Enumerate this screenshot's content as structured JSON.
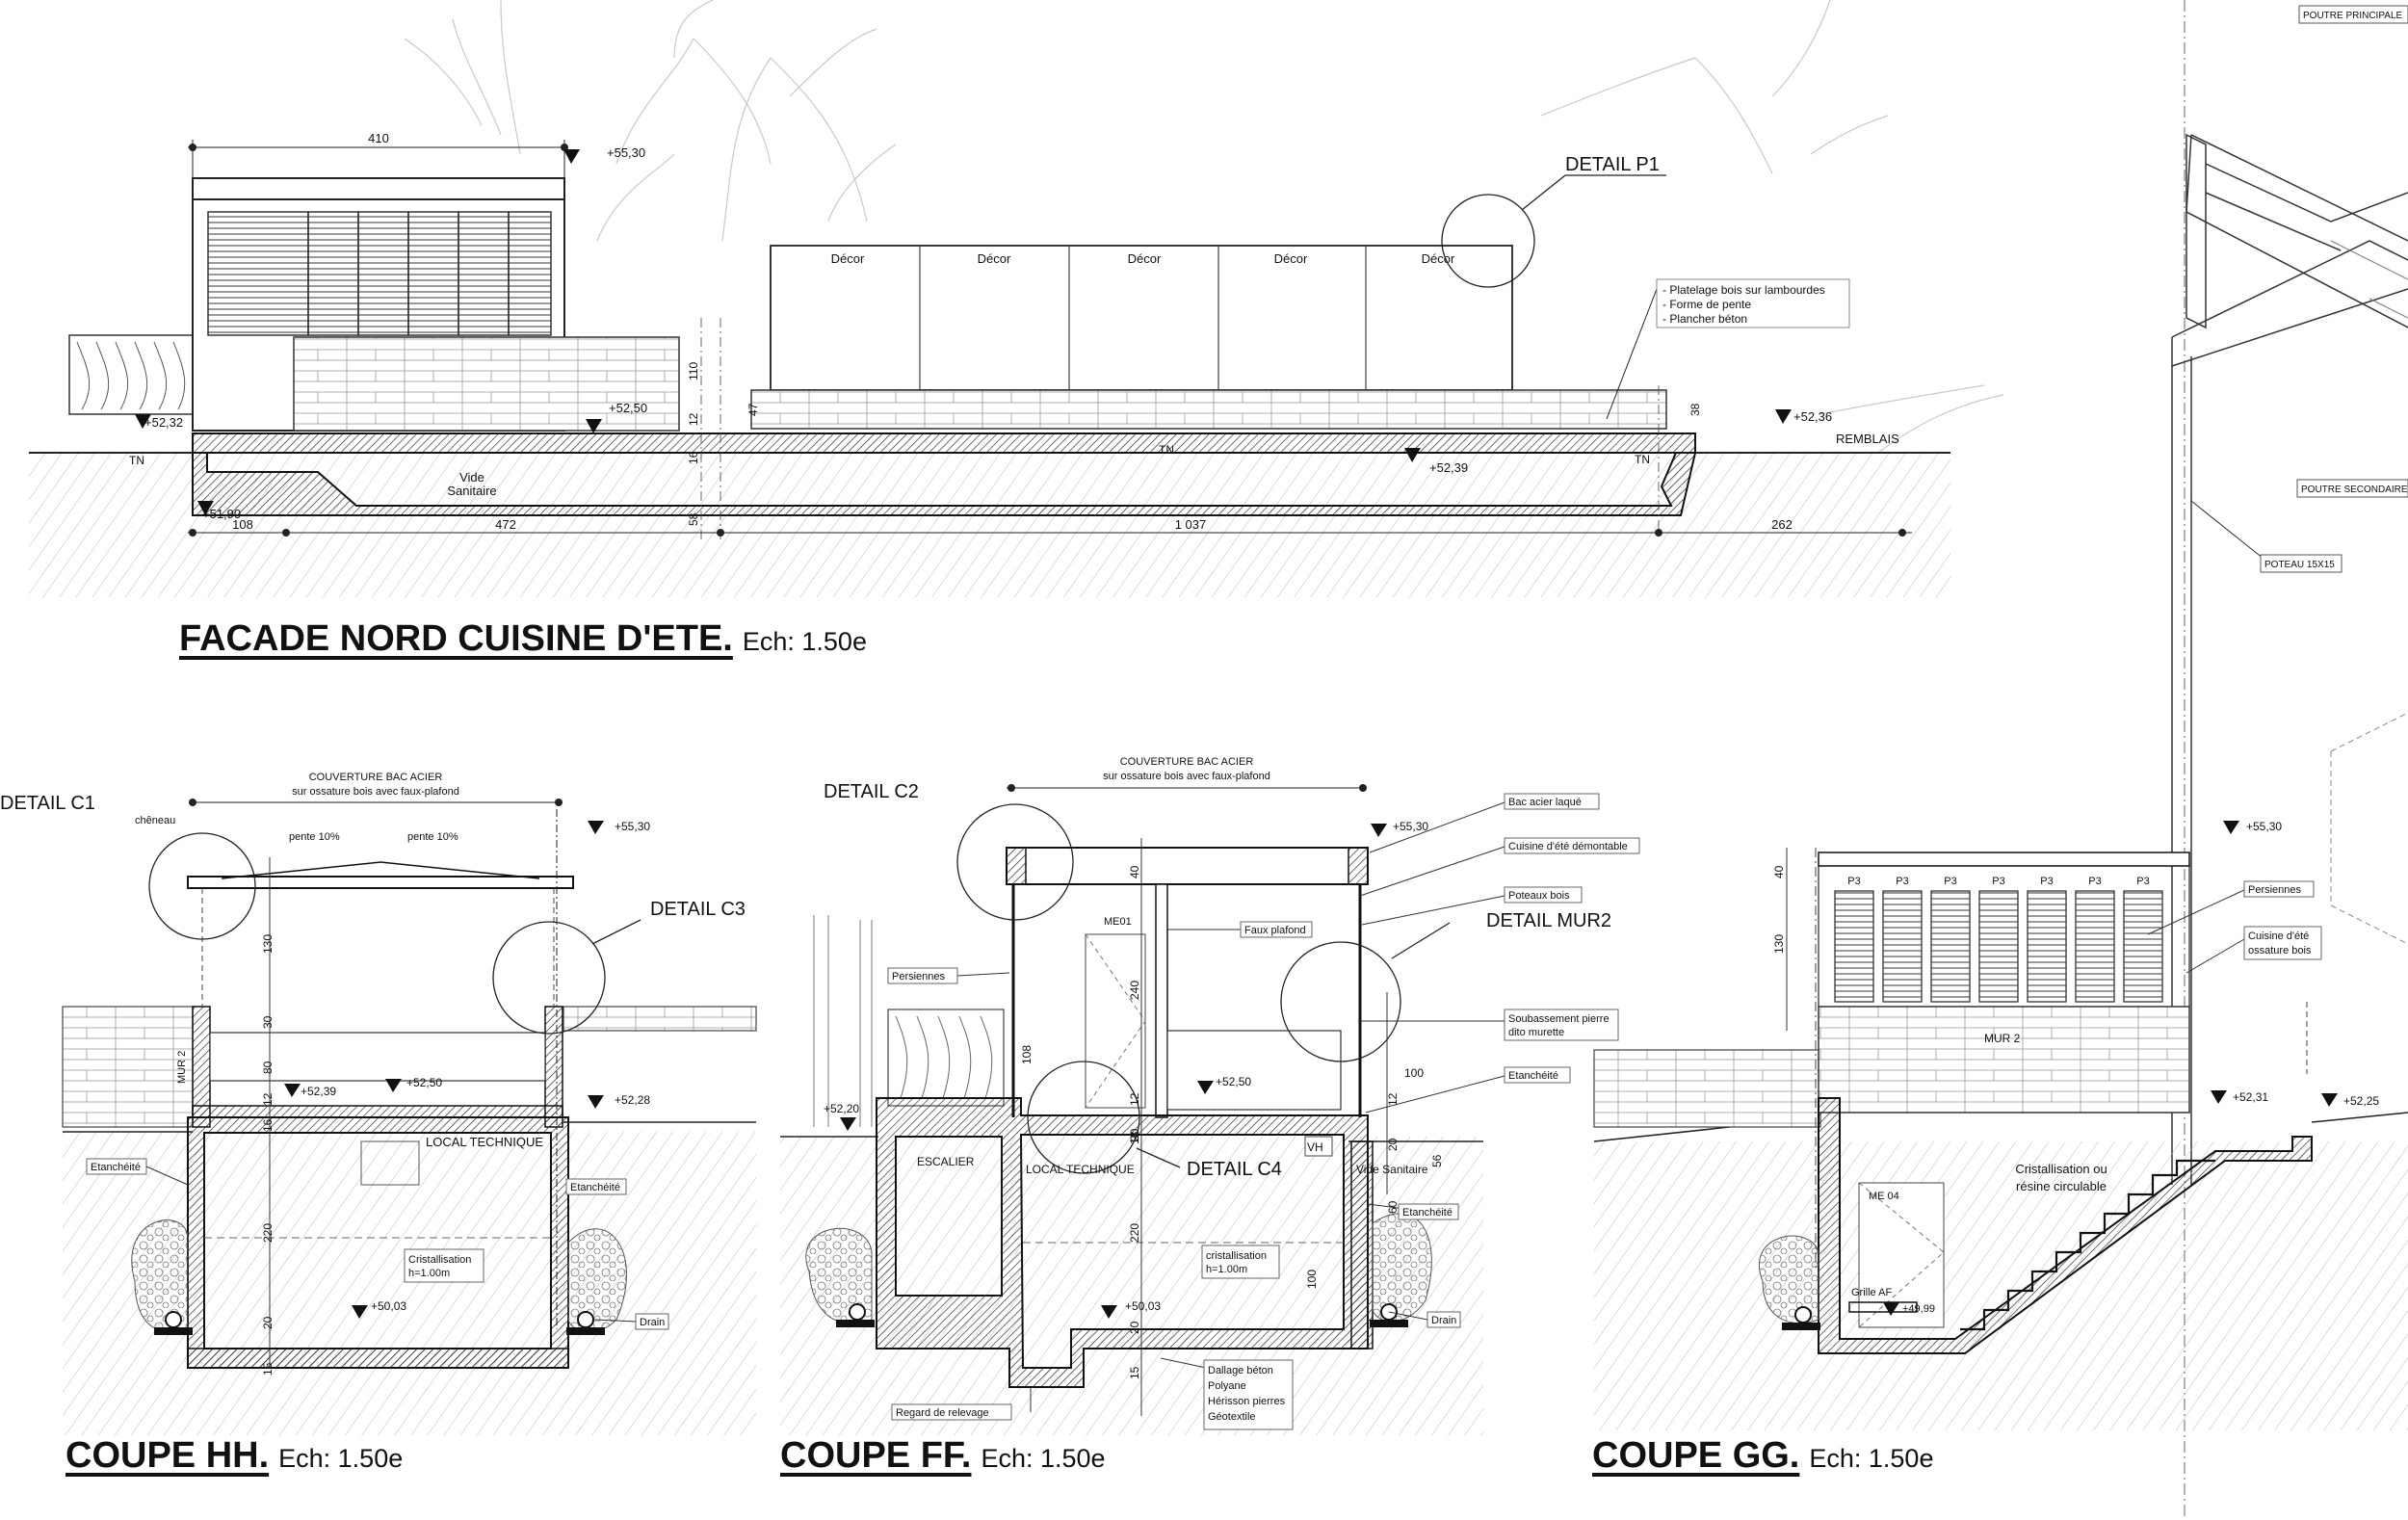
{
  "titles": {
    "facade": {
      "main": "FACADE NORD CUISINE D'ETE.",
      "scale": "Ech: 1.50e"
    },
    "hh": {
      "main": "COUPE HH.",
      "scale": "Ech: 1.50e"
    },
    "ff": {
      "main": "COUPE FF.",
      "scale": "Ech: 1.50e"
    },
    "gg": {
      "main": "COUPE GG.",
      "scale": "Ech: 1.50e"
    }
  },
  "facade": {
    "dim_top": "410",
    "levels": [
      "+55,30",
      "+52,50",
      "+52,32",
      "+52,39",
      "+52,36",
      "+51,90"
    ],
    "decor": [
      "Décor",
      "Décor",
      "Décor",
      "Décor",
      "Décor"
    ],
    "detail_p1": "DETAIL P1",
    "notes": [
      "- Platelage bois sur lambourdes",
      "- Forme de pente",
      "- Plancher béton"
    ],
    "tn": "TN",
    "remblais": "REMBLAIS",
    "vide_sanitaire": [
      "Vide",
      "Sanitaire"
    ],
    "dims_bottom": [
      "108",
      "472",
      "1 037",
      "262"
    ],
    "dims_vertical": [
      "110",
      "12",
      "16",
      "58",
      "47",
      "38"
    ]
  },
  "right_detail": {
    "labels": [
      "POUTRE PRINCIPALE",
      "POUTRE SECONDAIRE",
      "POTEAU 15X15"
    ]
  },
  "coupe_hh": {
    "detail_c1": "DETAIL C1",
    "detail_c3": "DETAIL C3",
    "couverture": [
      "COUVERTURE BAC ACIER",
      "sur ossature bois avec faux-plafond"
    ],
    "cheneau": "chêneau",
    "pente": [
      "pente 10%",
      "pente 10%"
    ],
    "levels": [
      "+55,30",
      "+52,39",
      "+52,50",
      "+52,28",
      "+50,03"
    ],
    "mur": "MUR 2",
    "local": "LOCAL TECHNIQUE",
    "etancheite": [
      "Etanchéité",
      "Etanchéité"
    ],
    "cristallisation": [
      "Cristallisation",
      "h=1.00m"
    ],
    "drain": "Drain",
    "dims": [
      "130",
      "30",
      "80",
      "12",
      "16",
      "220",
      "20",
      "15"
    ]
  },
  "coupe_ff": {
    "detail_c2": "DETAIL C2",
    "detail_c4": "DETAIL C4",
    "detail_mur2": "DETAIL MUR2",
    "couverture": [
      "COUVERTURE BAC ACIER",
      "sur ossature bois avec faux-plafond"
    ],
    "levels": [
      "+55,30",
      "+52,20",
      "+52,50",
      "+50,03"
    ],
    "me01": "ME01",
    "escalier": "ESCALIER",
    "local": "LOCAL TECHNIQUE",
    "vh": "VH",
    "callouts": [
      "Bac acier laqué",
      "Cuisine d'été démontable",
      "Poteaux bois",
      "Soubassement pierre",
      "dito murette",
      "Etanchéité",
      "Vide Sanitaire",
      "Etanchéité",
      "Drain",
      "Persiennes",
      "Faux plafond",
      "Regard de relevage"
    ],
    "dallage": [
      "Dallage béton",
      "Polyane",
      "Hérisson pierres",
      "Géotextile"
    ],
    "cristallisation": [
      "cristallisation",
      "h=1.00m"
    ],
    "dims": [
      "40",
      "240",
      "108",
      "12",
      "100",
      "12",
      "20",
      "56",
      "20",
      "60",
      "220",
      "100",
      "15",
      "18",
      "20"
    ]
  },
  "coupe_gg": {
    "levels": [
      "+55,30",
      "+52,31",
      "+52,25",
      "+49,99"
    ],
    "persiennes": [
      "P3",
      "P3",
      "P3",
      "P3",
      "P3",
      "P3",
      "P3"
    ],
    "callouts": [
      "Persiennes",
      "Cuisine d'été",
      "ossature bois"
    ],
    "mur": "MUR 2",
    "me04": "ME 04",
    "cristallisation": [
      "Cristallisation ou",
      "résine circulable"
    ],
    "grille": "Grille AF",
    "dims": [
      "40",
      "130"
    ]
  }
}
